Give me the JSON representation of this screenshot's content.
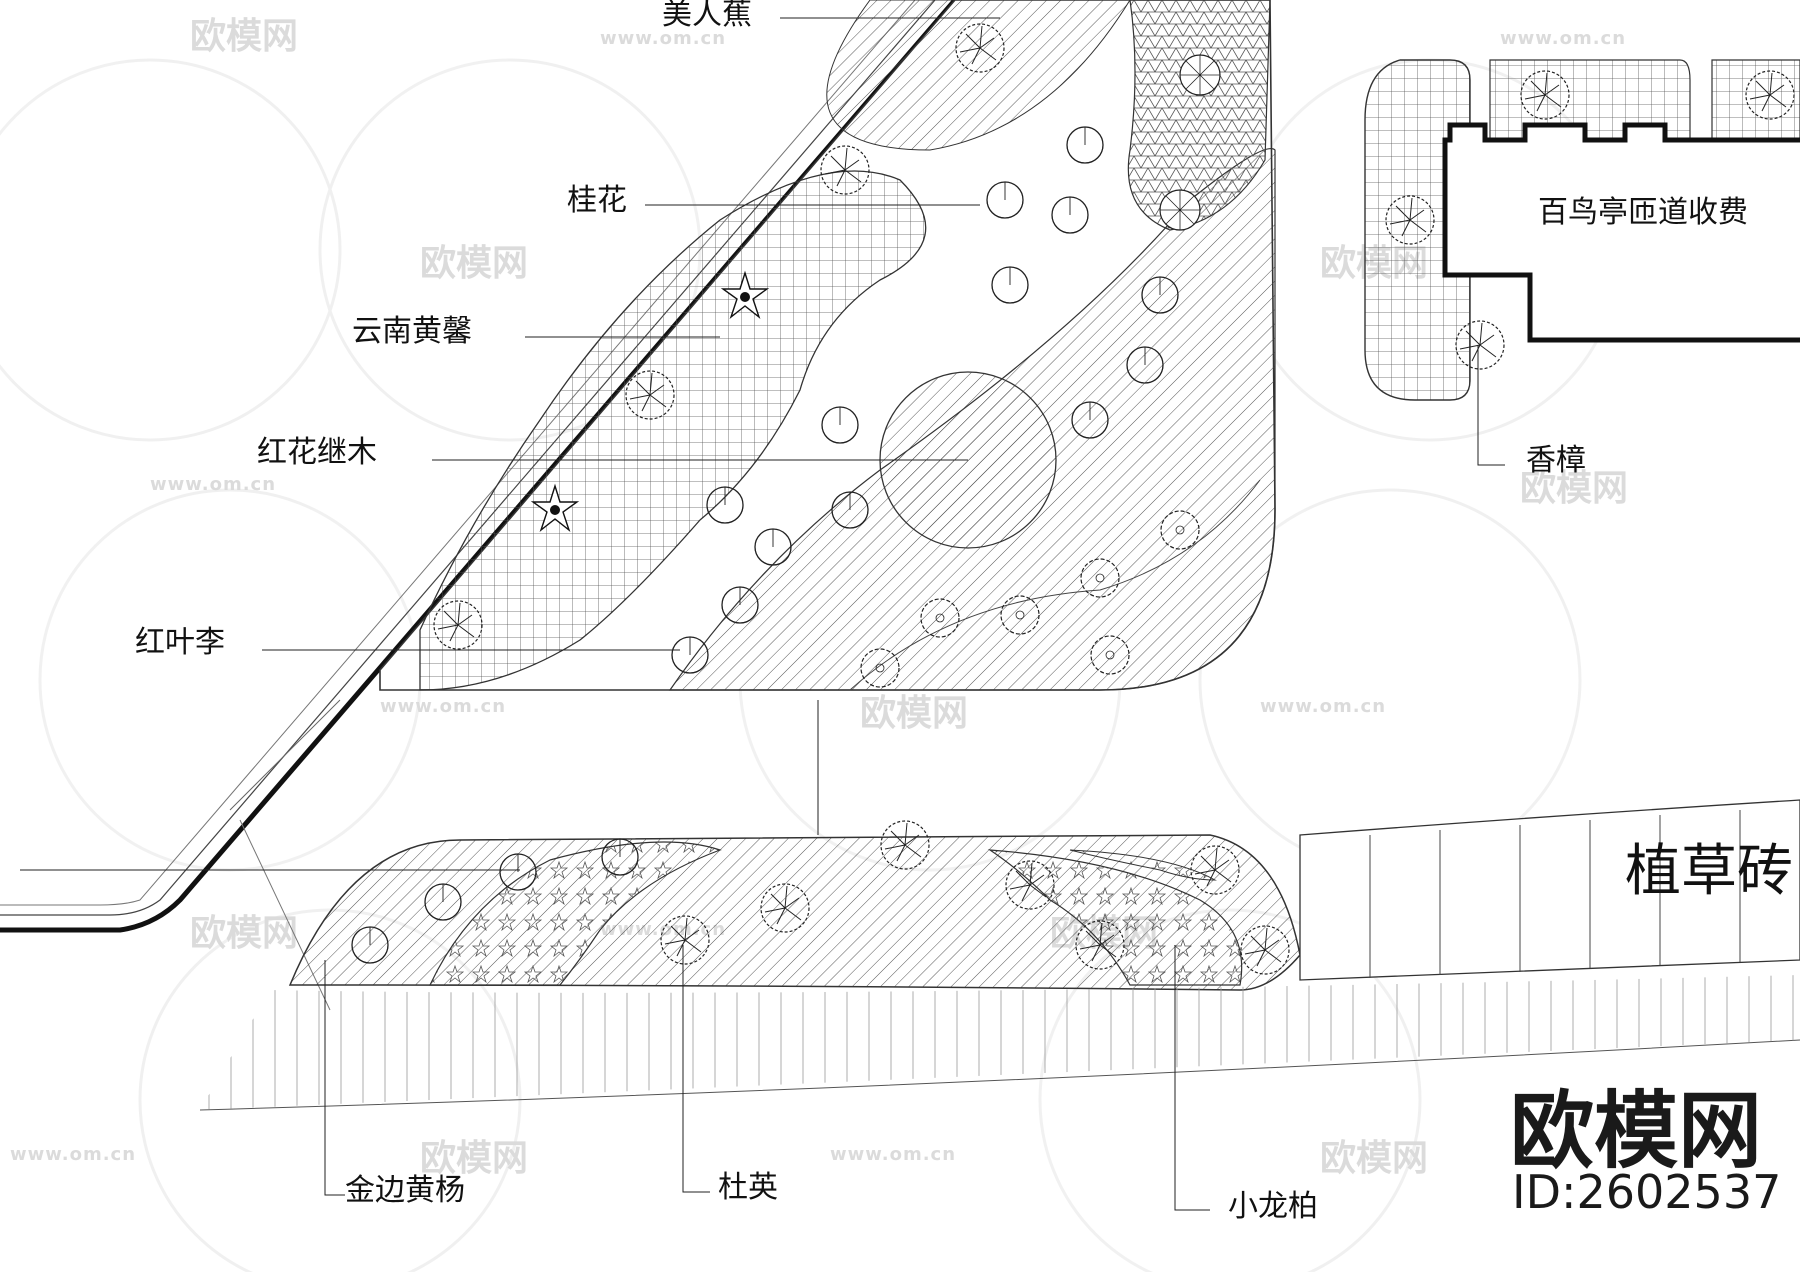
{
  "plant_labels": {
    "meirenjiao": "美人蕉",
    "guihua": "桂花",
    "yunnan_huangxin": "云南黄馨",
    "honghua_jimu": "红花继木",
    "hongye_li": "红叶李",
    "xiangzhang": "香樟",
    "jinbian_huangyang": "金边黄杨",
    "duying": "杜英",
    "xiaolongbai": "小龙柏"
  },
  "area_labels": {
    "zhicaozhuan": "植草砖",
    "toll_station": "百鸟亭匝道收费"
  },
  "watermark": {
    "logo_text": "欧模网",
    "id_text": "ID:2602537",
    "tile_logo": "欧模网",
    "tile_url": "www.om.cn"
  }
}
